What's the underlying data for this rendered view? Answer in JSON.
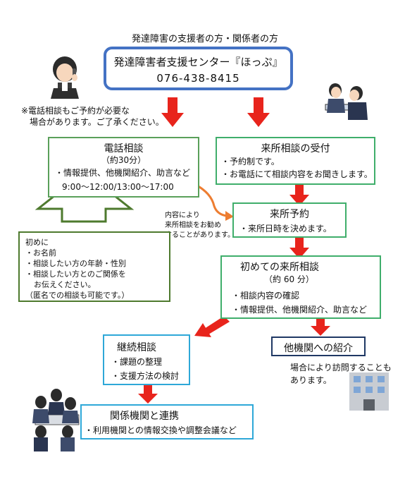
{
  "header": {
    "audience": "発達障害の支援者の方・関係者の方",
    "center_name": "発達障害者支援センター『ほっぷ』",
    "phone": "076-438-8415"
  },
  "note_phone": {
    "line1": "※電話相談もご予約が必要な",
    "line2": "場合があります。ご了承ください。"
  },
  "phone_consult": {
    "title": "電話相談",
    "duration": "（約30分）",
    "service": "・情報提供、他機関紹介、助言など",
    "hours": "9:00～12:00/13:00～17:00"
  },
  "intake": {
    "title": "来所相談の受付",
    "item1": "・予約制です。",
    "item2": "・お電話にて相談内容をお聞きします。"
  },
  "side_note": {
    "line1": "内容により",
    "line2": "来所相談をお勧め",
    "line3": "することがあります。"
  },
  "visit_reserve": {
    "title": "来所予約",
    "item1": "・来所日時を決めます。"
  },
  "intro_box": {
    "line1": "初めに",
    "line2": "・お名前",
    "line3": "・相談したい方の年齢・性別",
    "line4": "・相談したい方とのご関係を",
    "line5": "お伝えください。",
    "line6": "（匿名での相談も可能です。）"
  },
  "first_visit": {
    "title": "初めての来所相談",
    "duration": "（約 60 分）",
    "item1": "・相談内容の確認",
    "item2": "・情報提供、他機関紹介、助言など"
  },
  "continued": {
    "title": "継続相談",
    "item1": "・課題の整理",
    "item2": "・支援方法の検討"
  },
  "referral": {
    "title": "他機関への紹介",
    "note1": "場合により訪問することも",
    "note2": "あります。"
  },
  "collab": {
    "title": "関係機関と連携",
    "item1": "・利用機関との情報交換や調整会議など"
  },
  "colors": {
    "blue_border": "#4472c4",
    "green_border": "#5aa05a",
    "green_text_box": "#3fae6b",
    "cyan_border": "#2ea8d8",
    "navy_border": "#1f3864",
    "olive_border": "#4e7a2e",
    "arrow_red": "#e8241c",
    "arrow_orange": "#ed7d31"
  }
}
